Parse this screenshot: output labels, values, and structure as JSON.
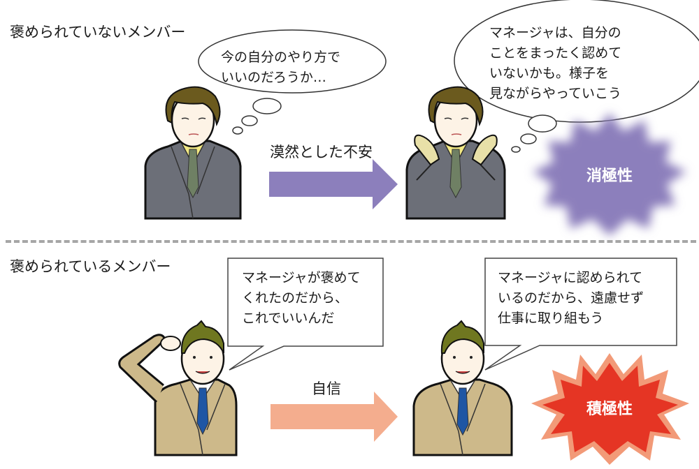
{
  "top_section": {
    "title": "褒められていないメンバー",
    "thought_bubble_1": {
      "lines": [
        "今の自分のやり方で",
        "いいのだろうか…"
      ],
      "text": "今の自分のやり方で\nいいのだろうか…"
    },
    "arrow": {
      "label": "漠然とした不安",
      "color": "#8c7fbc"
    },
    "thought_bubble_2": {
      "text": "マネージャは、自分の\nことをまったく認めて\nいないかも。様子を\n見ながらやっていこう"
    },
    "result_badge": {
      "label": "消極性",
      "color": "#8c7fbc"
    }
  },
  "bottom_section": {
    "title": "褒められているメンバー",
    "speech_bubble_1": {
      "text": "マネージャが褒めて\nくれたのだから、\nこれでいいんだ"
    },
    "arrow": {
      "label": "自信",
      "color": "#f4ad8e"
    },
    "speech_bubble_2": {
      "text": "マネージャに認められて\nいるのだから、遠慮せず\n仕事に取り組もう"
    },
    "result_badge": {
      "label": "積極性",
      "color": "#e53524",
      "outline_color": "#f29a78"
    }
  },
  "colors": {
    "divider": "#a6a6a6",
    "gray_suit": "#6c6f78",
    "beige_suit": "#cdb98a",
    "hair_brown": "#6b5a1e",
    "hair_olive": "#6f7720",
    "shirt_yellow": "#f3ea84",
    "tie_green": "#6f8064",
    "tie_blue": "#1f56a4",
    "skin": "#fdf3e6"
  }
}
